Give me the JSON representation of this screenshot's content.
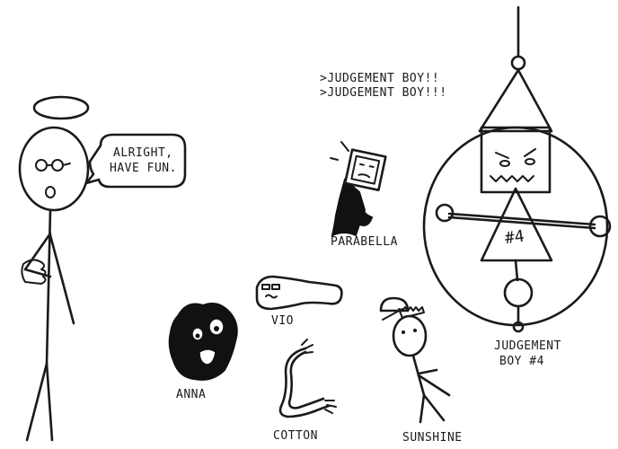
{
  "speech_bubble": {
    "line1": "ALRIGHT,",
    "line2": "HAVE FUN."
  },
  "shout": {
    "line1": ">JUDGEMENT BOY!!",
    "line2": ">JUDGEMENT BOY!!!"
  },
  "labels": {
    "parabella": "PARABELLA",
    "vio": "VIO",
    "anna": "ANNA",
    "cotton": "COTTON",
    "sunshine": "SUNSHINE",
    "judgement_boy_line1": "JUDGEMENT",
    "judgement_boy_line2": "BOY #4"
  },
  "judgement_boy_badge": "#4",
  "colors": {
    "ink": "#1a1a1a",
    "paper": "#ffffff"
  }
}
